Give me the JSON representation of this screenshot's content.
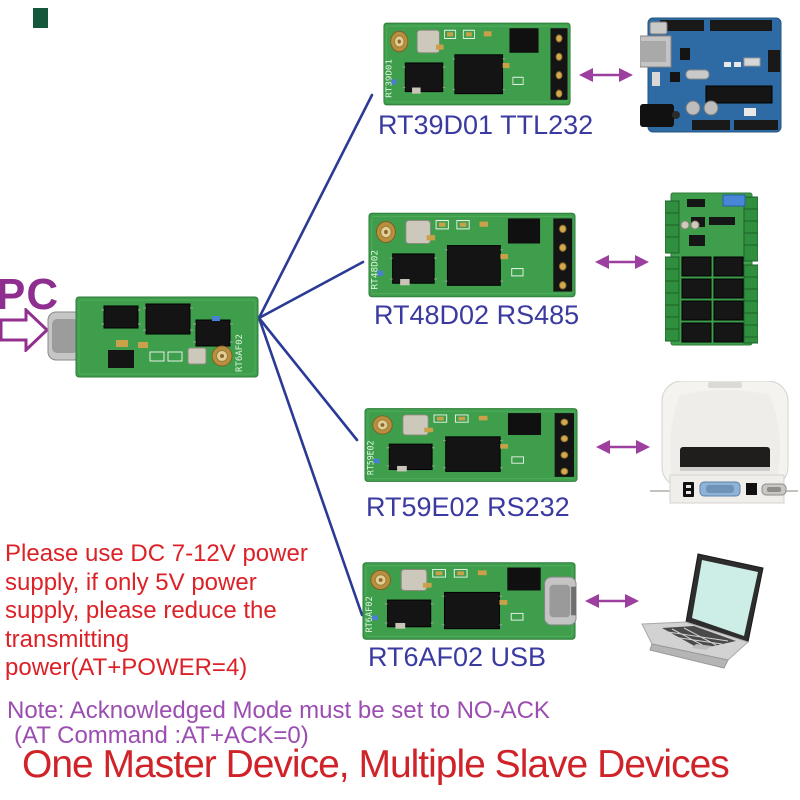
{
  "pc": {
    "label": "PC"
  },
  "master": {
    "marking": "RT6AF02",
    "description": "master-usb-rf-module"
  },
  "slaves": [
    {
      "model": "RT39D01",
      "interface": "TTL232",
      "label": "RT39D01 TTL232",
      "device": "arduino-board"
    },
    {
      "model": "RT48D02",
      "interface": "RS485",
      "label": "RT48D02 RS485",
      "device": "relay-board"
    },
    {
      "model": "RT59E02",
      "interface": "RS232",
      "label": "RT59E02 RS232",
      "device": "thermal-printer"
    },
    {
      "model": "RT6AF02",
      "interface": "USB",
      "label": "RT6AF02 USB",
      "device": "laptop"
    }
  ],
  "warning": {
    "lines": [
      "Please use DC 7-12V power",
      "supply, if only 5V power",
      "supply, please reduce the",
      "transmitting",
      "power(AT+POWER=4)"
    ]
  },
  "note": {
    "line1": "Note: Acknowledged Mode must be set to NO-ACK",
    "line2": "(AT Command :AT+ACK=0)"
  },
  "title": "One Master Device, Multiple Slave Devices",
  "colors": {
    "pc_purple": "#8e2f90",
    "label_blue": "#3a3aa0",
    "line_blue": "#2b3a94",
    "arrow_purple": "#9c3f9e",
    "warning_red": "#dc2127",
    "note_purple": "#9b4db1",
    "title_red": "#d02329",
    "pcb_green": "#3e9e4c",
    "arduino_blue": "#2e6ba4"
  }
}
